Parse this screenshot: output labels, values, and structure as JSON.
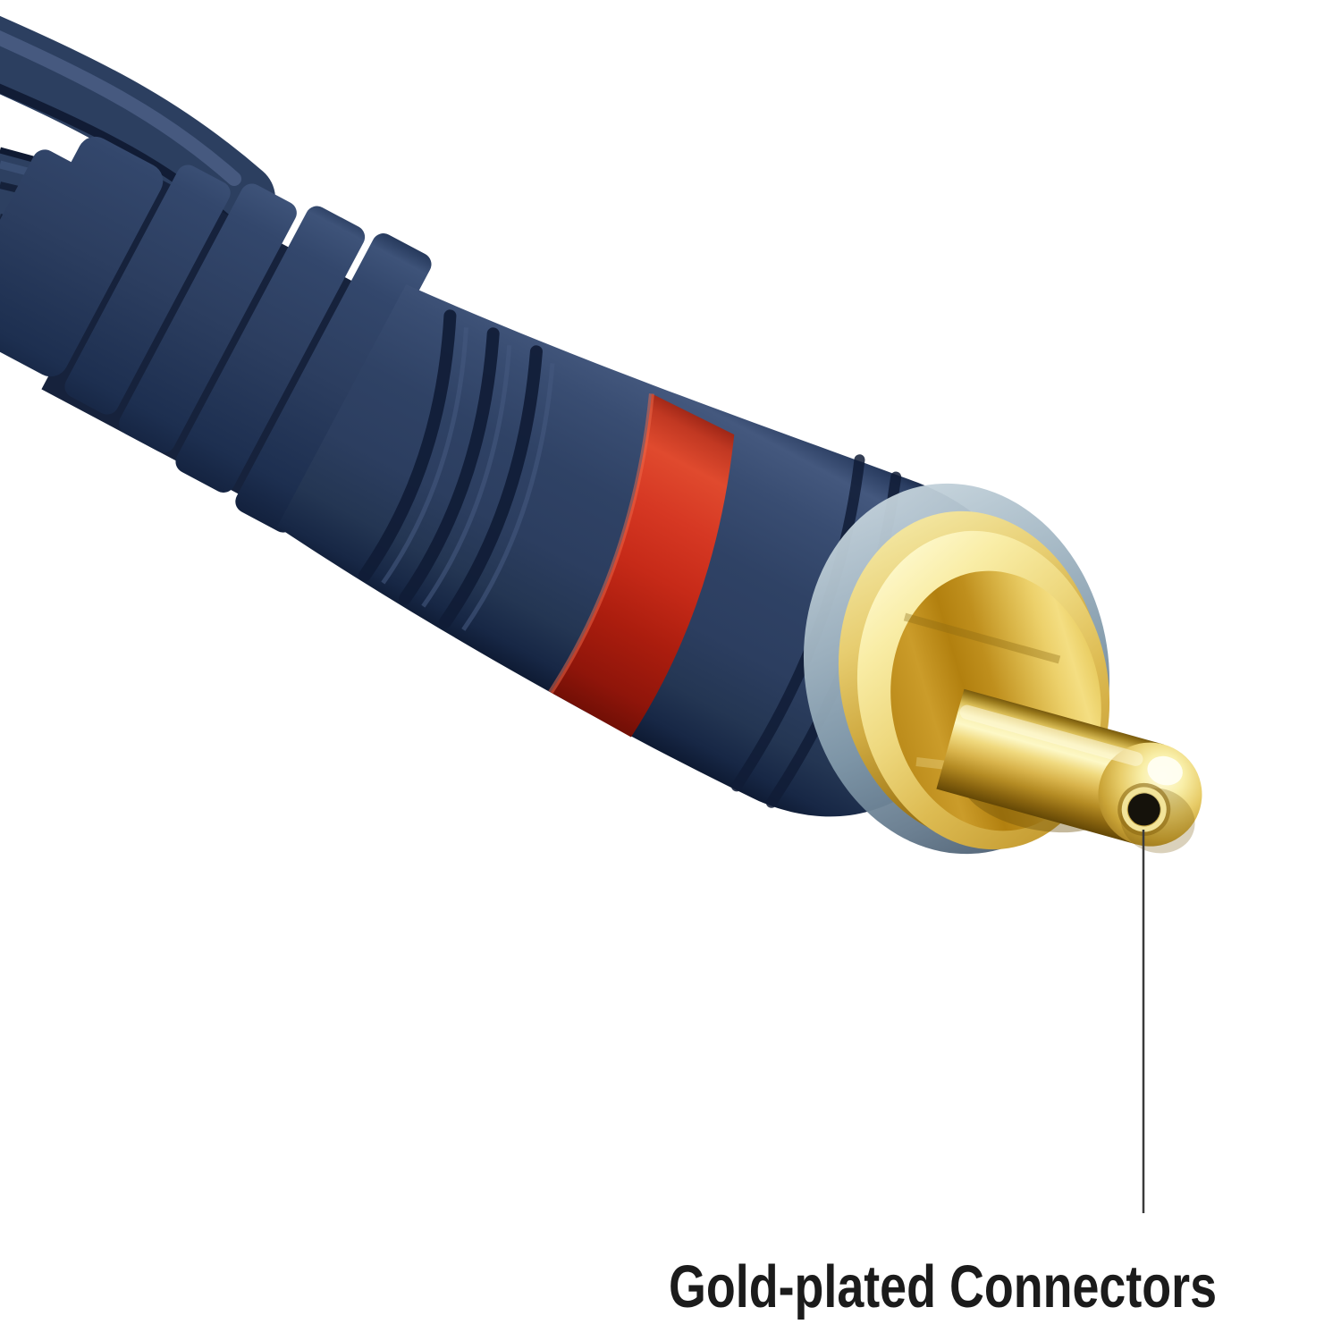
{
  "image": {
    "kind": "product-photo illustration",
    "subject": "Close-up of an RCA audio cable male plug pointing to lower right",
    "background": "#ffffff"
  },
  "caption": {
    "text": "Gold-plated Connectors",
    "color": "#1b1b1b"
  },
  "callout": {
    "points_to": "hole in tip of gold center pin",
    "line_color": "#3b3b3b"
  },
  "parts": {
    "cables": "dark navy cable strands entering from top left",
    "strain_relief": "ribbed navy strain-relief fins",
    "body": "glossy navy connector barrel",
    "red_ring": "red channel ring around barrel",
    "collar_base": "translucent grey-blue collar base ring",
    "collar": "gold-plated outer collar with open cup face",
    "pin": "gold-plated center pin with rounded tip and hole"
  },
  "colors": {
    "navy_mid": "#2e4164",
    "navy_light": "#46597e",
    "navy_dark": "#0f1b33",
    "red_bright": "#de3d25",
    "red_deep": "#8f150a",
    "gold_pale": "#f7ecae",
    "gold_mid": "#d9b44f",
    "gold_deep": "#a1750e",
    "translucent_ring": "#93a9b8",
    "pin_hole": "#15120b"
  }
}
